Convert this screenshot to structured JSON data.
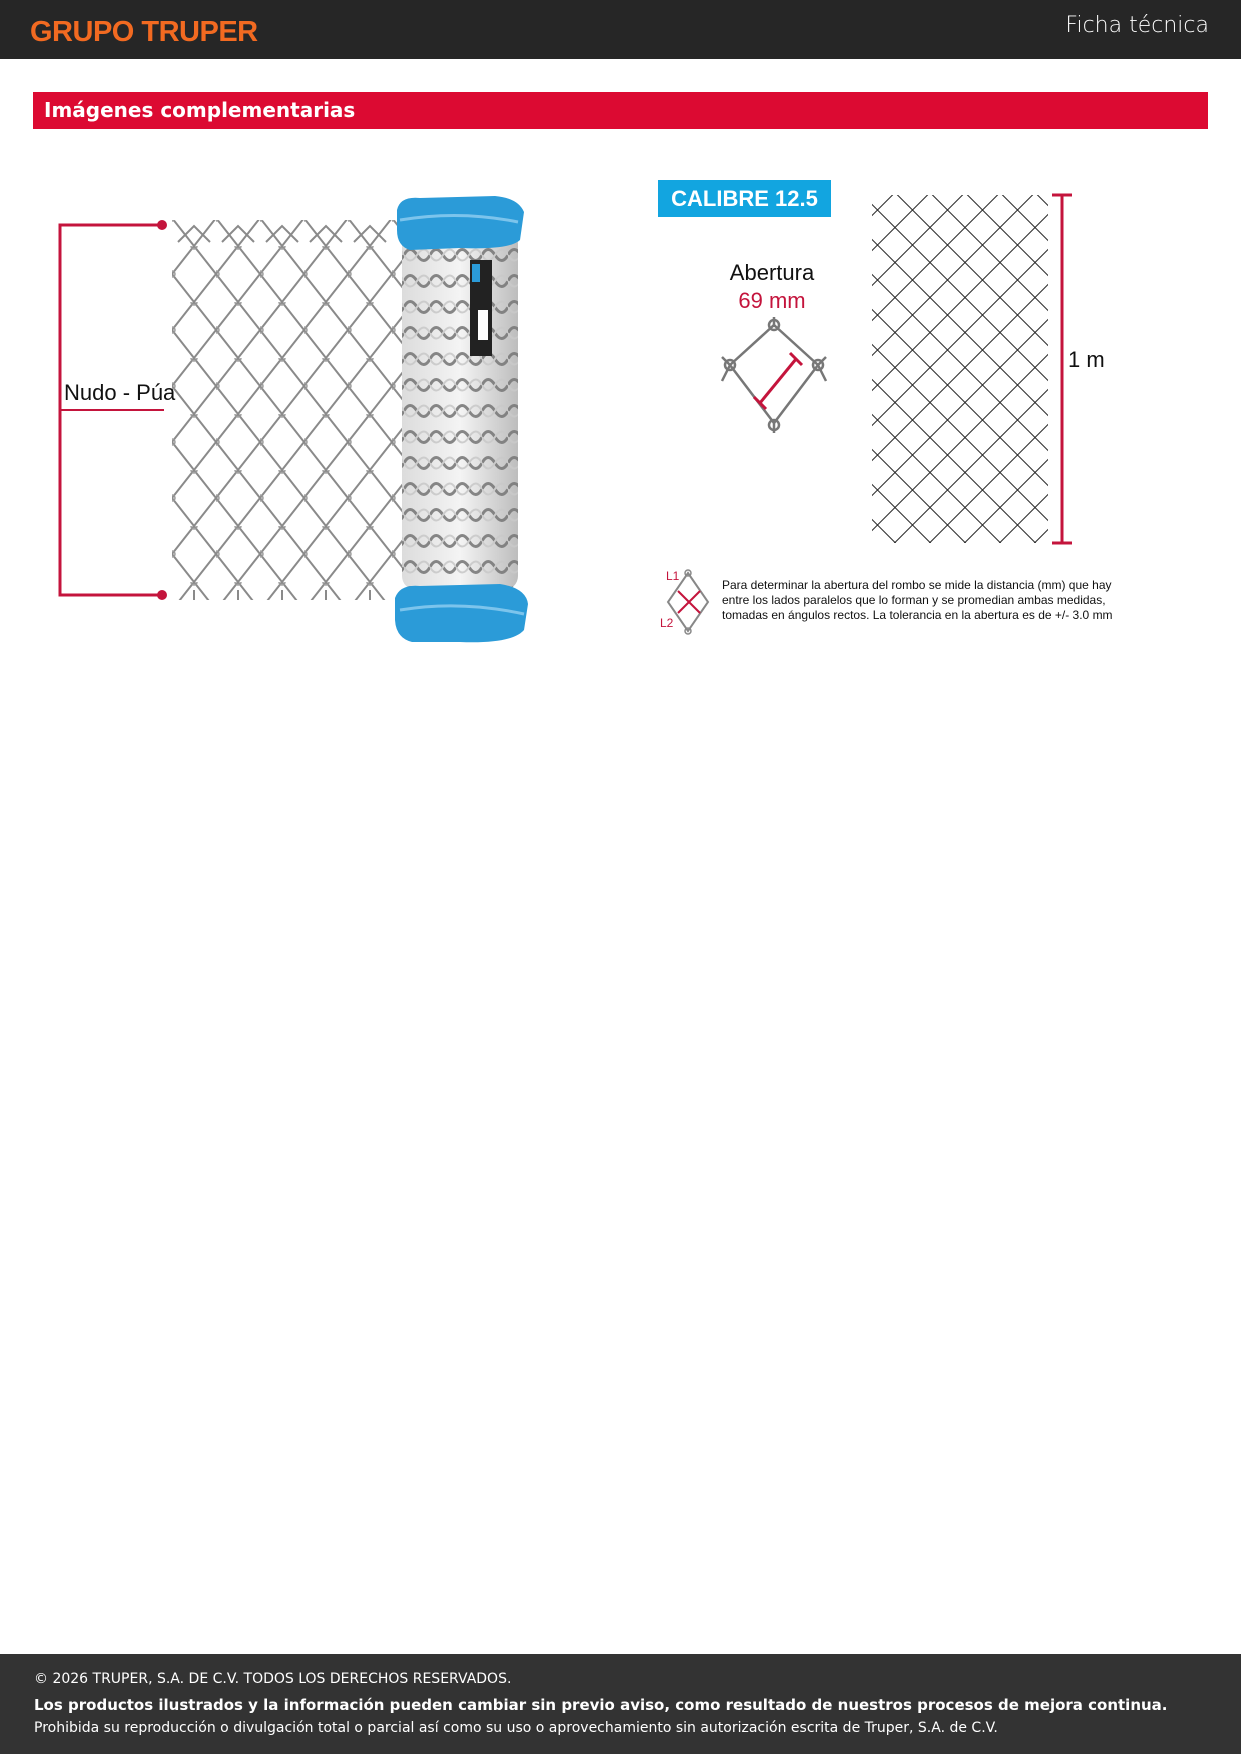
{
  "header": {
    "logo": "GRUPO TRUPER",
    "title": "Ficha técnica"
  },
  "section": {
    "title": "Imágenes complementarias"
  },
  "figure_left": {
    "knot_label": "Nudo - Púa"
  },
  "figure_right": {
    "calibre": "CALIBRE 12.5",
    "abertura_label": "Abertura",
    "abertura_value": "69 mm",
    "height_label": "1 m",
    "l1": "L1",
    "l2": "L2",
    "note": "Para determinar la abertura del rombo se mide la distancia (mm) que hay entre los lados paralelos que lo forman y se promedian ambas medidas, tomadas en ángulos rectos. La tolerancia en la abertura es de +/- 3.0 mm"
  },
  "footer": {
    "copyright": "© 2026 TRUPER, S.A. DE C.V. TODOS LOS DERECHOS RESERVADOS.",
    "notice": "Los productos ilustrados y la información pueden cambiar sin previo aviso, como resultado de nuestros procesos de mejora continua.",
    "prohibition": "Prohibida su reproducción o divulgación total o parcial así como su uso o aprovechamiento sin autorización escrita de Truper, S.A. de C.V."
  },
  "colors": {
    "brand_orange": "#f26a21",
    "section_red": "#dc0a32",
    "calibre_blue": "#12a5e0",
    "accent_crimson": "#c4143c",
    "roll_blue": "#2b9bd8"
  }
}
